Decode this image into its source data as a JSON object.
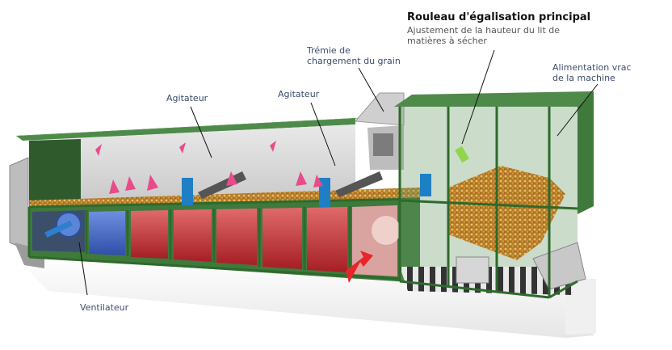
{
  "diagram": {
    "subject": "Grain dryer machine cutaway",
    "colors": {
      "frame_green": "#3f7a3c",
      "roof_green": "#4e8a4a",
      "hot_air_red": "#c2272d",
      "cold_air_blue": "#3d5fbf",
      "grain_gold": "#c9922e",
      "air_arrow_pink": "#e94b8a",
      "motor_blue": "#1f7fc4",
      "base_white": "#f4f4f4",
      "label_text": "#3b4e6b"
    },
    "labels": {
      "main_roller_title": "Rouleau d'égalisation principal",
      "main_roller_desc_line1": "Ajustement de la hauteur du lit de",
      "main_roller_desc_line2": "matières à sécher",
      "hopper_line1": "Trémie de",
      "hopper_line2": "chargement du grain",
      "bulk_feed_line1": "Alimentation vrac",
      "bulk_feed_line2": "de la machine",
      "agitator_1": "Agitateur",
      "agitator_2": "Agitateur",
      "fan": "Ventilateur"
    }
  }
}
